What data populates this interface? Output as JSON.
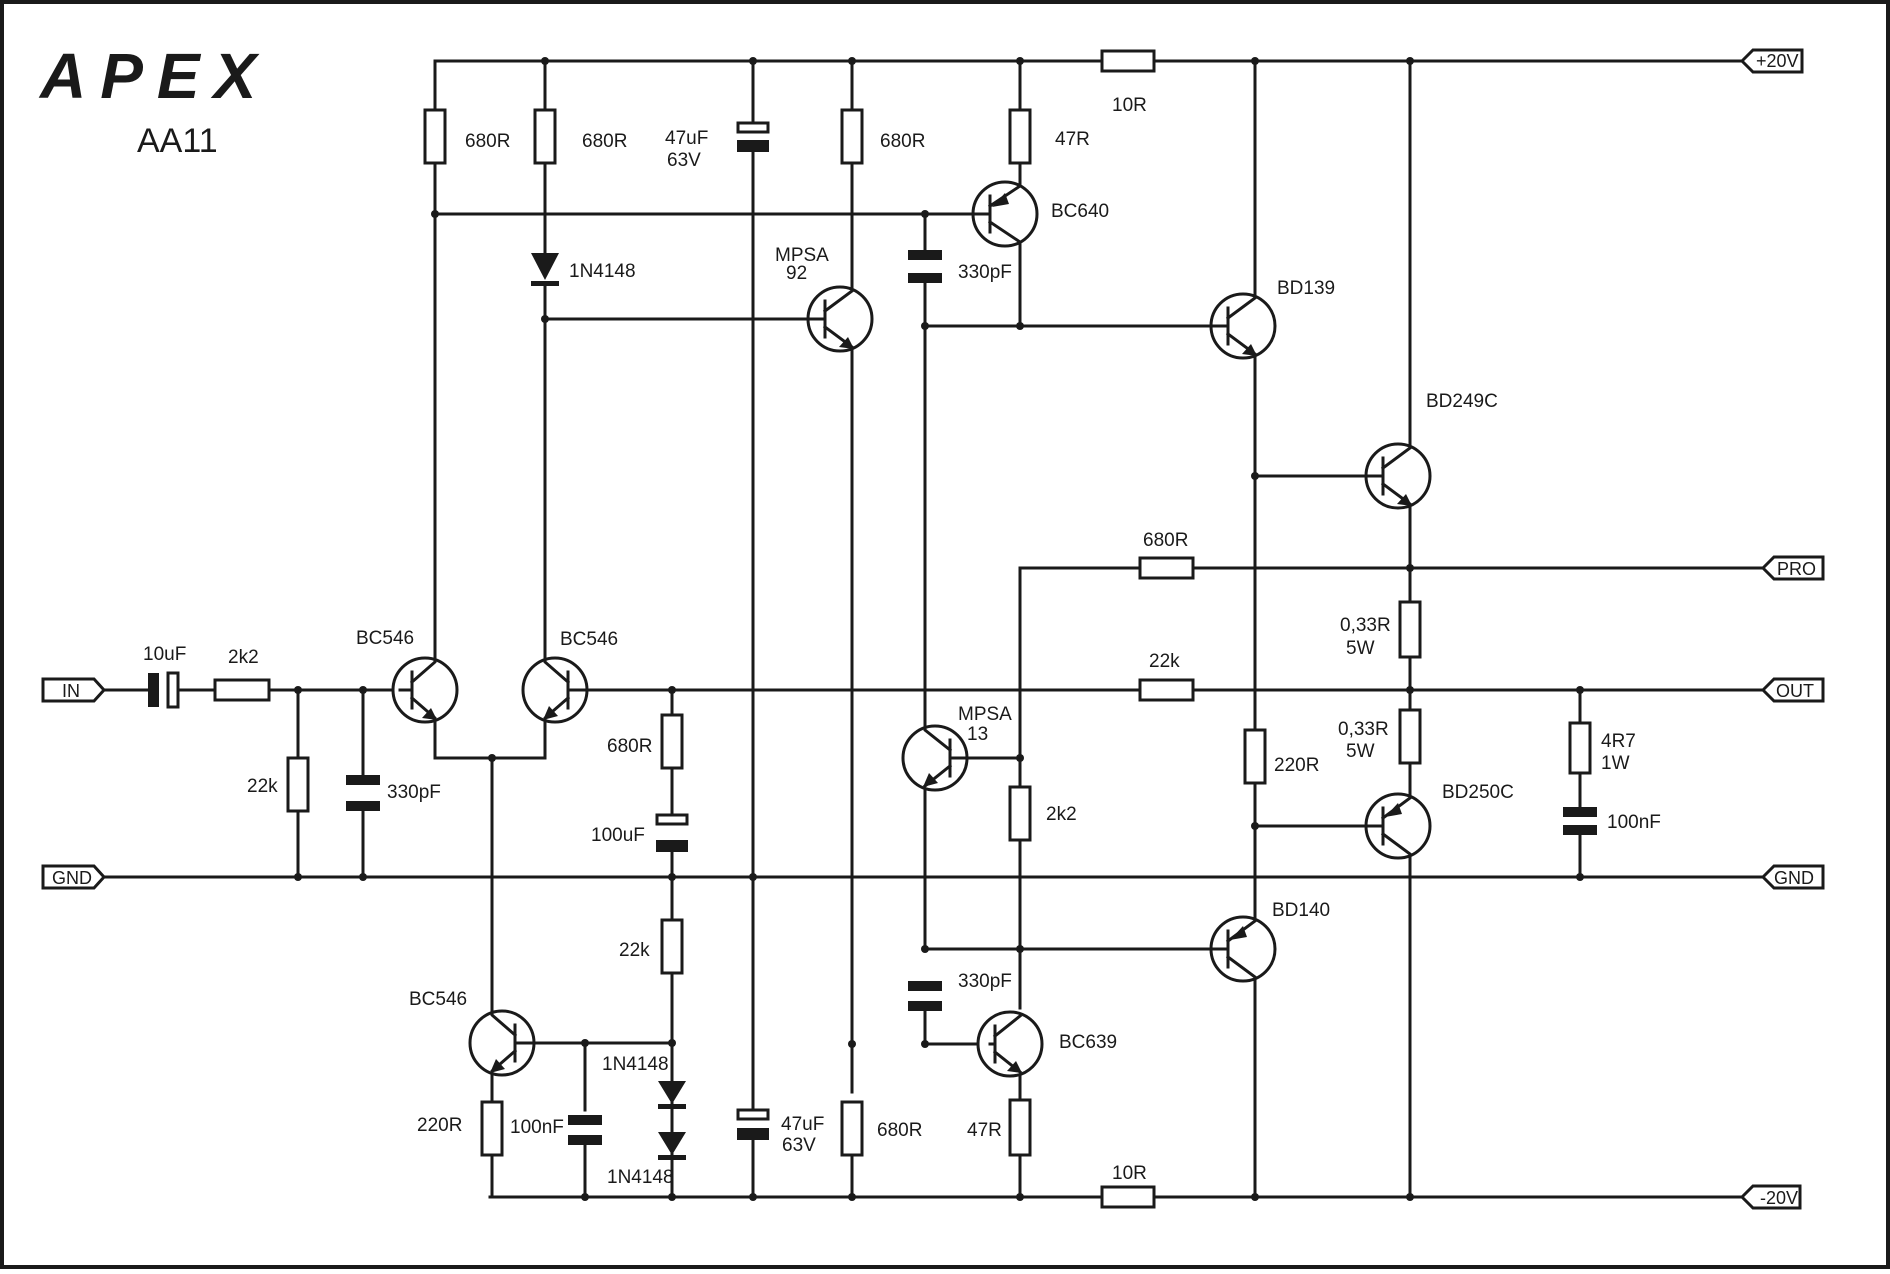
{
  "brand": {
    "logo_text": "APEX",
    "model": "AA11"
  },
  "colors": {
    "ink": "#1a1a1a",
    "background": "#ffffff"
  },
  "ports": {
    "vpos": "+20V",
    "vneg": "-20V",
    "in": "IN",
    "out": "OUT",
    "pro": "PRO",
    "gnd_left": "GND",
    "gnd_right": "GND"
  },
  "resistors": {
    "r_top1": "680R",
    "r_top2": "680R",
    "r_top3": "680R",
    "r_top4": "47R",
    "r_top5": "10R",
    "r_in": "2k2",
    "r_in_shunt": "22k",
    "r_fb1": "680R",
    "r_fb2": "22k",
    "r_vas": "2k2",
    "r_pro": "680R",
    "r_out_fb": "22k",
    "r_e1_value": "0,33R",
    "r_e1_power": "5W",
    "r_e2_value": "0,33R",
    "r_e2_power": "5W",
    "r_bias": "220R",
    "r_zobel_value": "4R7",
    "r_zobel_power": "1W",
    "r_cs_emit": "220R",
    "r_bot1": "680R",
    "r_bot2": "47R",
    "r_bot3": "10R"
  },
  "capacitors": {
    "c_top_value": "47uF",
    "c_top_voltage": "63V",
    "c_top_miller": "330pF",
    "c_in": "10uF",
    "c_in_shunt": "330pF",
    "c_fb": "100uF",
    "c_zobel": "100nF",
    "c_bot_miller": "330pF",
    "c_cs": "100nF",
    "c_bot_value": "47uF",
    "c_bot_voltage": "63V"
  },
  "diodes": {
    "d_top": "1N4148",
    "d_bot1": "1N4148",
    "d_bot2": "1N4148"
  },
  "transistors": {
    "q_in1": "BC546",
    "q_in2": "BC546",
    "q_cs": "BC546",
    "q_top": "BC640",
    "q_mpsa92_line1": "MPSA",
    "q_mpsa92_line2": "92",
    "q_mpsa13_line1": "MPSA",
    "q_mpsa13_line2": "13",
    "q_bot": "BC639",
    "q_drv_top": "BD139",
    "q_drv_bot": "BD140",
    "q_out_top": "BD249C",
    "q_out_bot": "BD250C"
  }
}
